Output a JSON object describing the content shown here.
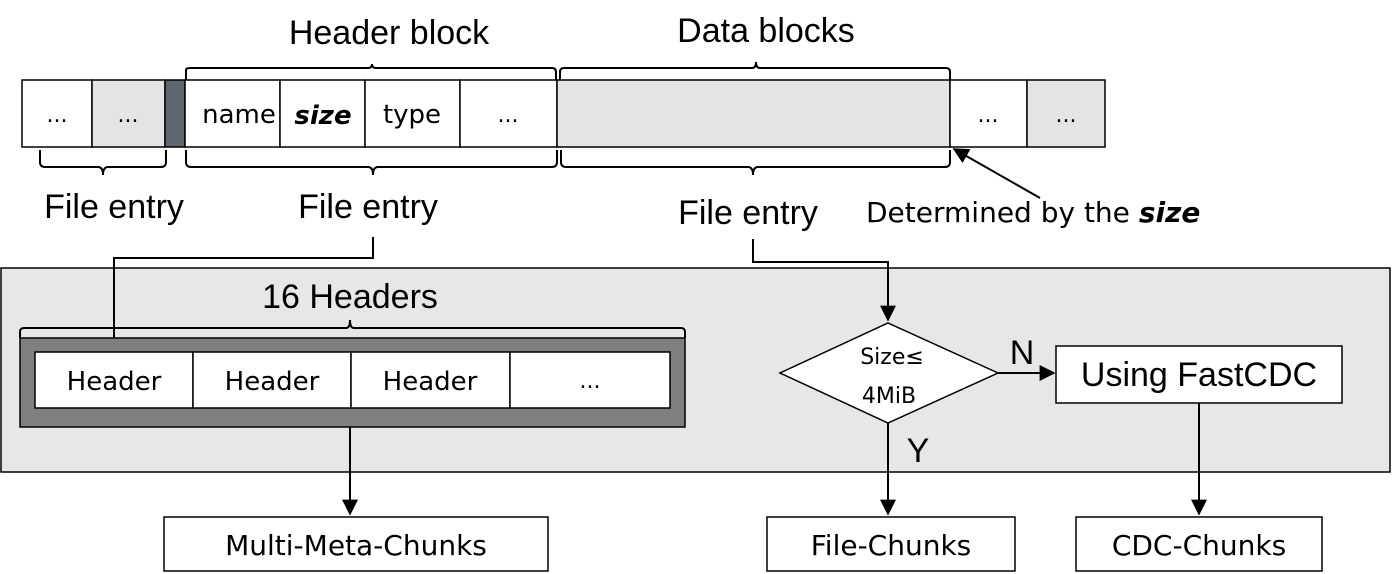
{
  "top": {
    "header_block_label": "Header block",
    "data_blocks_label": "Data blocks",
    "cells": {
      "left_dots_1": "...",
      "left_dots_2": "...",
      "name": "name",
      "size": "size",
      "type": "type",
      "header_dots": "...",
      "right_dots_1": "...",
      "right_dots_2": "..."
    },
    "file_entry_left": "File entry",
    "file_entry_mid": "File entry",
    "file_entry_right": "File entry",
    "determined_prefix": "Determined by the ",
    "determined_emph": "size"
  },
  "panel": {
    "headers_label": "16 Headers",
    "header_cells": [
      "Header",
      "Header",
      "Header",
      "..."
    ],
    "decision_line1": "Size≤",
    "decision_line2": "4MiB",
    "no_label": "N",
    "yes_label": "Y",
    "fastcdc_label": "Using FastCDC"
  },
  "outputs": {
    "multi_meta": "Multi-Meta-Chunks",
    "file_chunks": "File-Chunks",
    "cdc_chunks": "CDC-Chunks"
  },
  "colors": {
    "panel_fill": "#e7e7e7",
    "cell_gray": "#e4e4e4",
    "separator": "#5f6670",
    "frame": "#7f7f7f"
  }
}
